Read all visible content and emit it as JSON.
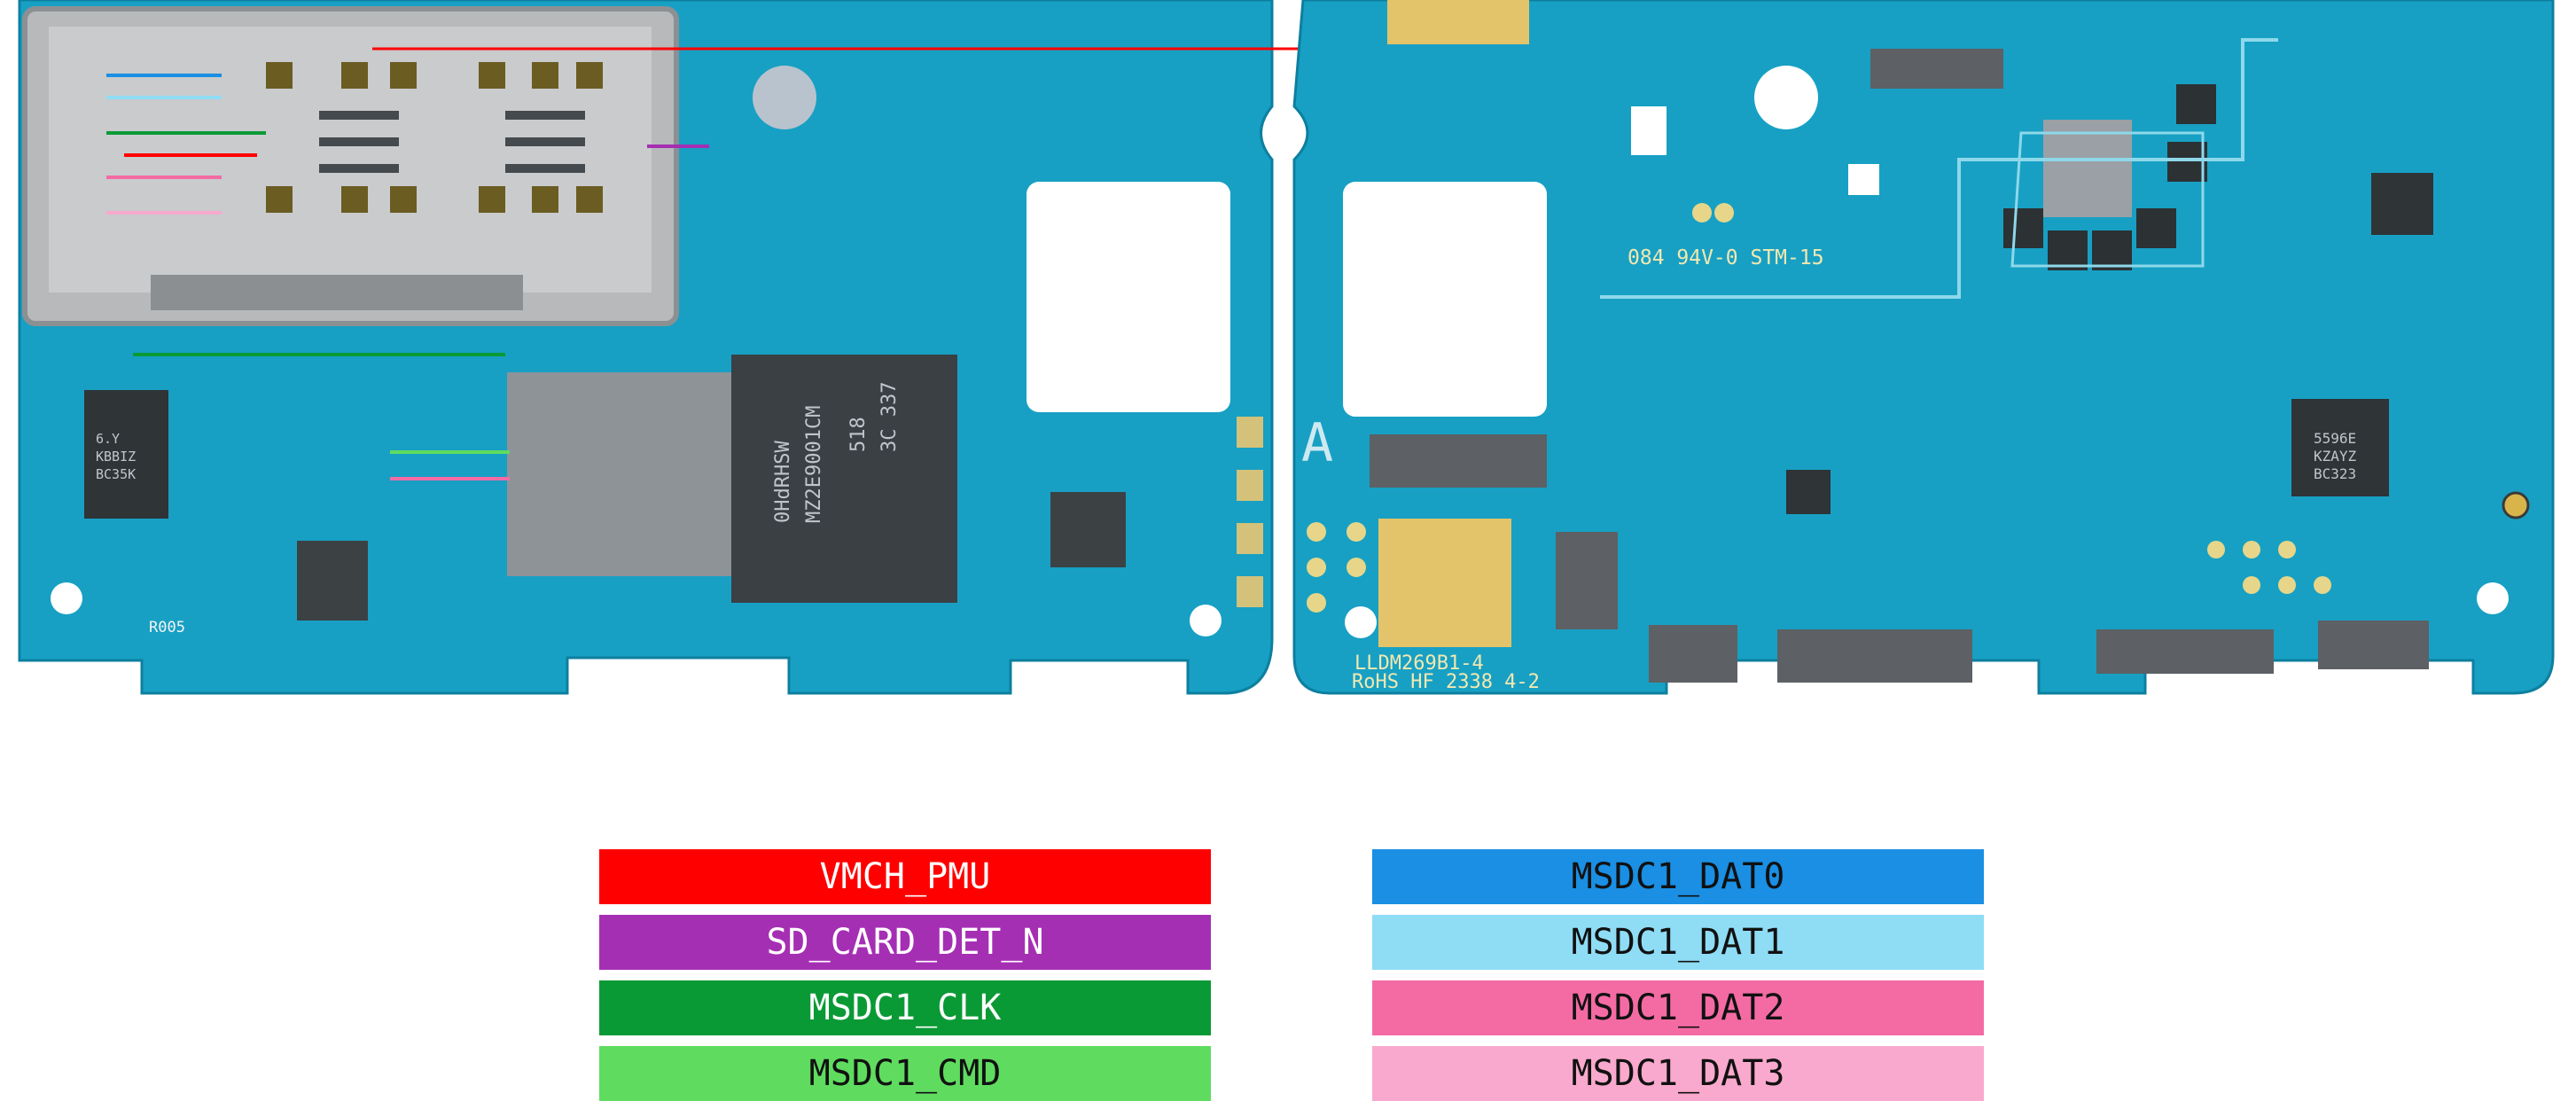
{
  "board": {
    "silkscreen": {
      "part_number": "LLDM269B1-4",
      "rohs_line": "RoHS HF 2338 4-2",
      "rating": "084 94V-0 STM-15",
      "marker_a": "A",
      "r005": "R005"
    },
    "chips": {
      "left_small": [
        "6.Y",
        "KBBIZ",
        "BC35K"
      ],
      "right_small": [
        "5596E",
        "KZAYZ",
        "BC323"
      ],
      "cpu": [
        "3C 337",
        "518",
        "MZ2E9001CM",
        "0HdRHSW"
      ]
    }
  },
  "legend": [
    {
      "label": "VMCH_PMU",
      "color": "#ff0000",
      "text_color": "#ffffff"
    },
    {
      "label": "MSDC1_DAT0",
      "color": "#1a8fe3",
      "text_color": "#111111"
    },
    {
      "label": "SD_CARD_DET_N",
      "color": "#a52fb3",
      "text_color": "#ffffff"
    },
    {
      "label": "MSDC1_DAT1",
      "color": "#8fdcf5",
      "text_color": "#111111"
    },
    {
      "label": "MSDC1_CLK",
      "color": "#0a9a35",
      "text_color": "#ffffff"
    },
    {
      "label": "MSDC1_DAT2",
      "color": "#f46ba4",
      "text_color": "#111111"
    },
    {
      "label": "MSDC1_CMD",
      "color": "#5fdc5f",
      "text_color": "#111111"
    },
    {
      "label": "MSDC1_DAT3",
      "color": "#f9a9cd",
      "text_color": "#111111"
    }
  ]
}
